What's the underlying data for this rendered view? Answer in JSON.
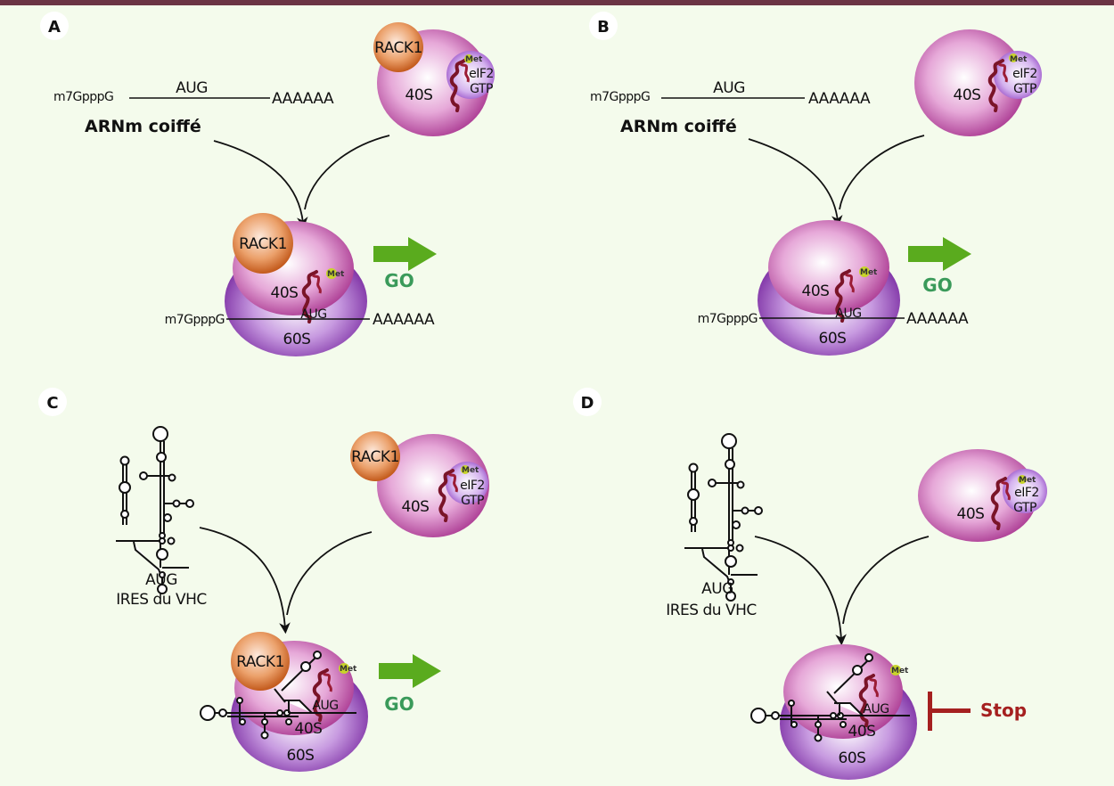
{
  "figure": {
    "panels": [
      {
        "id": "A",
        "letter": "A",
        "mrna": {
          "cap": "m7GpppG",
          "start_codon": "AUG",
          "polyA": "AAAAAA",
          "caption": "ARNm coiffé"
        },
        "subunit_free": {
          "small": "40S",
          "rack1": "RACK1",
          "eif2_line1": "eIF2",
          "eif2_line2": "GTP",
          "met": "Met"
        },
        "complex": {
          "rack1": "RACK1",
          "small": "40S",
          "large": "60S",
          "met": "Met",
          "cap": "m7GpppG",
          "start_codon": "AUG",
          "polyA": "AAAAAA"
        },
        "outcome": {
          "label": "GO",
          "kind": "go"
        }
      },
      {
        "id": "B",
        "letter": "B",
        "mrna": {
          "cap": "m7GpppG",
          "start_codon": "AUG",
          "polyA": "AAAAAA",
          "caption": "ARNm coiffé"
        },
        "subunit_free": {
          "small": "40S",
          "rack1": null,
          "eif2_line1": "eIF2",
          "eif2_line2": "GTP",
          "met": "Met"
        },
        "complex": {
          "rack1": null,
          "small": "40S",
          "large": "60S",
          "met": "Met",
          "cap": "m7GpppG",
          "start_codon": "AUG",
          "polyA": "AAAAAA"
        },
        "outcome": {
          "label": "GO",
          "kind": "go"
        }
      },
      {
        "id": "C",
        "letter": "C",
        "ires": {
          "start_codon": "AUG",
          "caption": "IRES du VHC"
        },
        "subunit_free": {
          "small": "40S",
          "rack1": "RACK1",
          "eif2_line1": "eIF2",
          "eif2_line2": "GTP",
          "met": "Met"
        },
        "complex": {
          "rack1": "RACK1",
          "small": "40S",
          "large": "60S",
          "met": "Met",
          "start_codon": "AUG"
        },
        "outcome": {
          "label": "GO",
          "kind": "go"
        }
      },
      {
        "id": "D",
        "letter": "D",
        "ires": {
          "start_codon": "AUG",
          "caption": "IRES du VHC"
        },
        "subunit_free": {
          "small": "40S",
          "rack1": null,
          "eif2_line1": "eIF2",
          "eif2_line2": "GTP",
          "met": "Met"
        },
        "complex": {
          "rack1": null,
          "small": "40S",
          "large": "60S",
          "met": "Met",
          "start_codon": "AUG"
        },
        "outcome": {
          "label": "Stop",
          "kind": "stop"
        }
      }
    ],
    "colors": {
      "background": "#f4fbec",
      "top_bar": "#6b3444",
      "go_arrow": "#5aab1e",
      "go_text": "#3a9a5a",
      "stop": "#a52020",
      "rack1": "#d9702a",
      "ribosome_40S": "#b0409a",
      "ribosome_60S": "#7a1aa0",
      "trna": "#7a1428",
      "met": "#c8d42a"
    }
  }
}
